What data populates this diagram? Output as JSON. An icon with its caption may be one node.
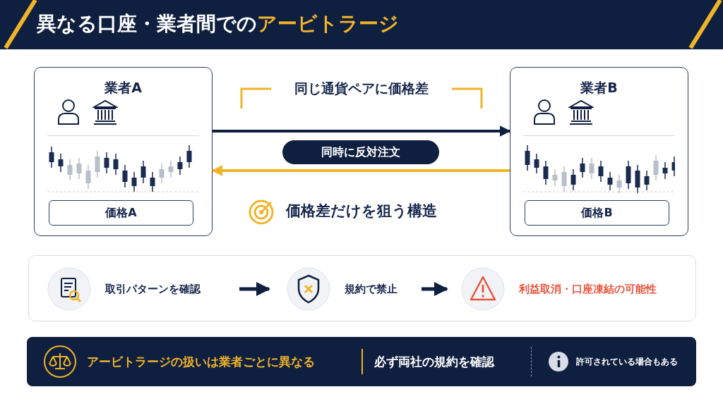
{
  "diagram": {
    "title": "異なる口座・業者間での**アービトラージ**",
    "nodes": [
      {
        "text": [
          "業者A"
        ]
      },
      {
        "text": [
          "価格A"
        ],
        "in": 0
      },
      {
        "text": [
          "業者B"
        ]
      },
      {
        "text": [
          "価格B"
        ],
        "in": 2
      },
      {
        "text": [
          "同時に反対注文"
        ]
      },
      {
        "text": [],
        "shape": "box"
      },
      {
        "text": [
          "取引パターンを確認"
        ],
        "in": 5
      },
      {
        "text": [
          "規約で禁止"
        ],
        "in": 5
      },
      {
        "text": [
          "利益取消・口座凍結の可能性"
        ],
        "in": 5
      },
      {
        "text": [
          "アービトラージの扱いは業者ごとに異なる",
          "必ず両社の規約を確認",
          "許可されている場合もある"
        ]
      }
    ],
    "edges": [
      {
        "from": 0,
        "to": 2,
        "arrow": "to"
      },
      {
        "from": 2,
        "to": 0,
        "arrow": "to",
        "color": "#f0b429"
      },
      {
        "from": 6,
        "to": 7,
        "arrow": "to"
      },
      {
        "from": 7,
        "to": 8,
        "arrow": "to"
      }
    ],
    "labels": [
      "同じ通貨ペアに価格差",
      "価格差だけを狙う構造"
    ]
  }
}
